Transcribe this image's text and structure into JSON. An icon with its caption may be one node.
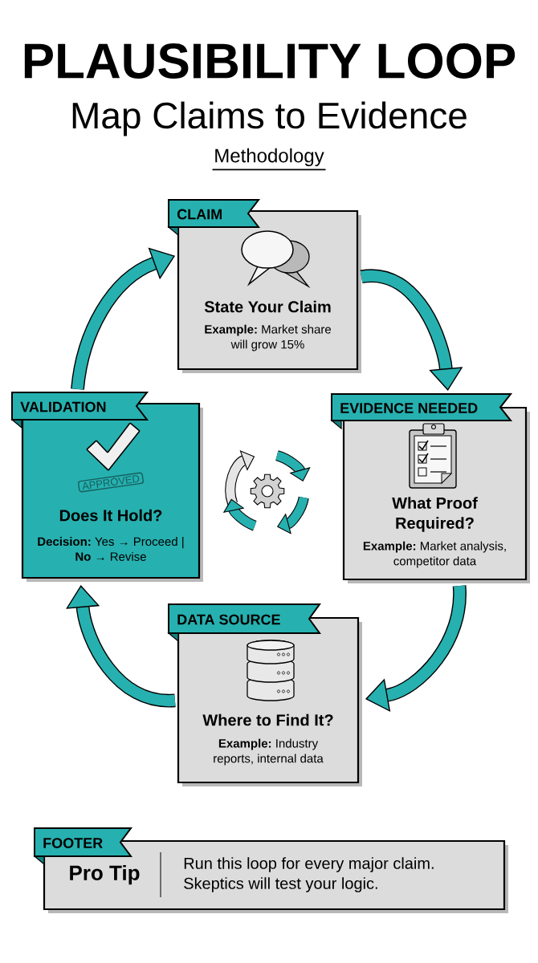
{
  "diagram": {
    "title": "PLAUSIBILITY LOOP",
    "nodes": [
      {
        "text": [
          "CLAIM",
          "State Your Claim",
          "**Example:** Market share will grow 15%"
        ]
      },
      {
        "text": [
          "VALIDATION",
          "APPROVED",
          "Does It Hold?",
          "**Decision:** Yes → Proceed | **No** → Revise"
        ]
      },
      {
        "text": [
          "EVIDENCE NEEDED",
          "What Proof Required?",
          "**Example:** Market analysis, competitor data"
        ]
      },
      {
        "text": [
          "DATA SOURCE",
          "Where to Find It?",
          "**Example:** Industry reports, internal data"
        ]
      },
      {
        "text": [
          "FOOTER",
          "Pro Tip",
          "Run this loop for every major claim. Skeptics will test your logic."
        ]
      }
    ],
    "edges": [
      {
        "from": 0,
        "to": 2,
        "arrow": "to"
      },
      {
        "from": 2,
        "to": 3,
        "arrow": "to"
      },
      {
        "from": 3,
        "to": 1,
        "arrow": "to"
      },
      {
        "from": 1,
        "to": 0,
        "arrow": "to"
      }
    ],
    "labels": [
      "Map Claims to Evidence",
      "Methodology"
    ]
  }
}
